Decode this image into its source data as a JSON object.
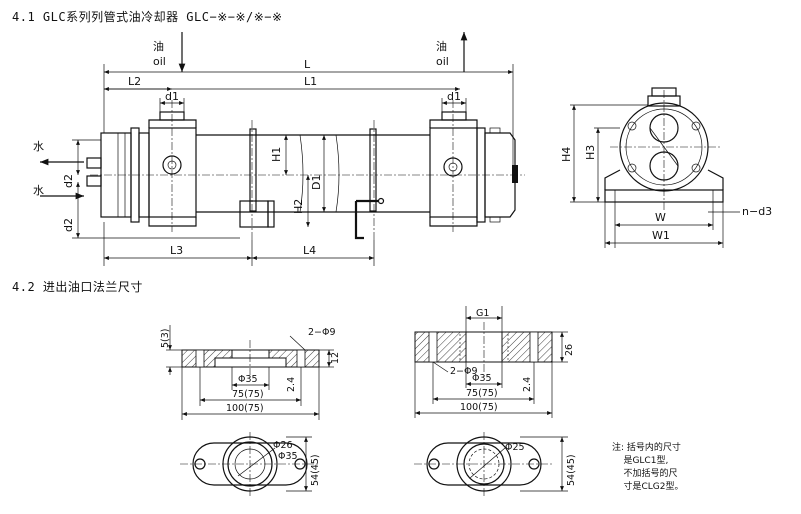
{
  "section1_title": "4.1 GLC系列列管式油冷却器 GLC−※−※/※−※",
  "section2_title": "4.2 进出油口法兰尺寸",
  "labels": {
    "oil_cn": "油",
    "oil_en": "oil",
    "water": "水",
    "L": "L",
    "L1": "L1",
    "L2": "L2",
    "L3": "L3",
    "L4": "L4",
    "d1": "d1",
    "d2": "d2",
    "D1": "D1",
    "H1": "H1",
    "H2": "H2",
    "H3": "H3",
    "H4": "H4",
    "W": "W",
    "W1": "W1",
    "nd3": "n−d3"
  },
  "flange1": {
    "thickness": "5(3)",
    "holes": "2−Φ9",
    "inner": "Φ35",
    "pitch": "75(75)",
    "width": "100(75)",
    "chamfer": "2.4",
    "depth": "12",
    "ring_small": "Φ26",
    "ring_large": "Φ35",
    "height": "54(45)"
  },
  "flange2": {
    "thread": "G1",
    "holes": "2−Φ9",
    "inner": "Φ35",
    "pitch": "75(75)",
    "width": "100(75)",
    "chamfer": "2.4",
    "thickness": "26",
    "ring": "Φ25",
    "height": "54(45)"
  },
  "note_text": "注: 括号内的尺寸\n    是GLC1型,\n    不加括号的尺\n    寸是CLG2型。"
}
